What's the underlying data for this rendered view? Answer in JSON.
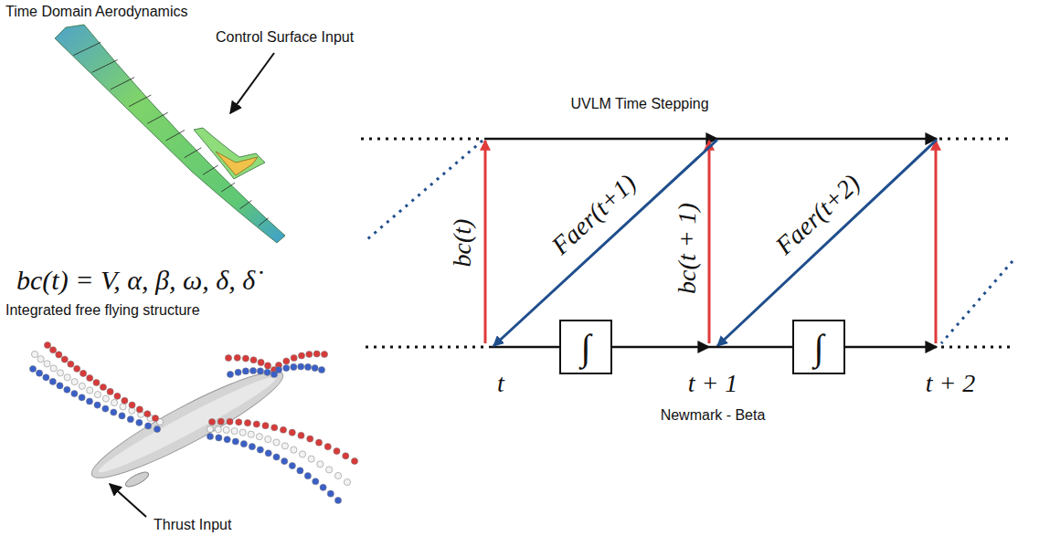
{
  "diagram": {
    "nodes": [
      {
        "text": [
          "∫"
        ]
      },
      {
        "text": [
          "∫"
        ]
      }
    ],
    "edges": [
      {
        "from": 0,
        "to": 1,
        "arrow": "to"
      }
    ],
    "labels": [
      "Time Domain Aerodynamics",
      "Control Surface Input",
      "bc(t) = V, α, β, ω, δ, δ̇",
      "Integrated free flying structure",
      "Thrust Input",
      "UVLM Time Stepping",
      "bc(t)",
      "Faer(t+1)",
      "bc(t + 1)",
      "Faer(t+2)",
      "t",
      "t + 1",
      "t + 2",
      "Newmark - Beta"
    ]
  }
}
